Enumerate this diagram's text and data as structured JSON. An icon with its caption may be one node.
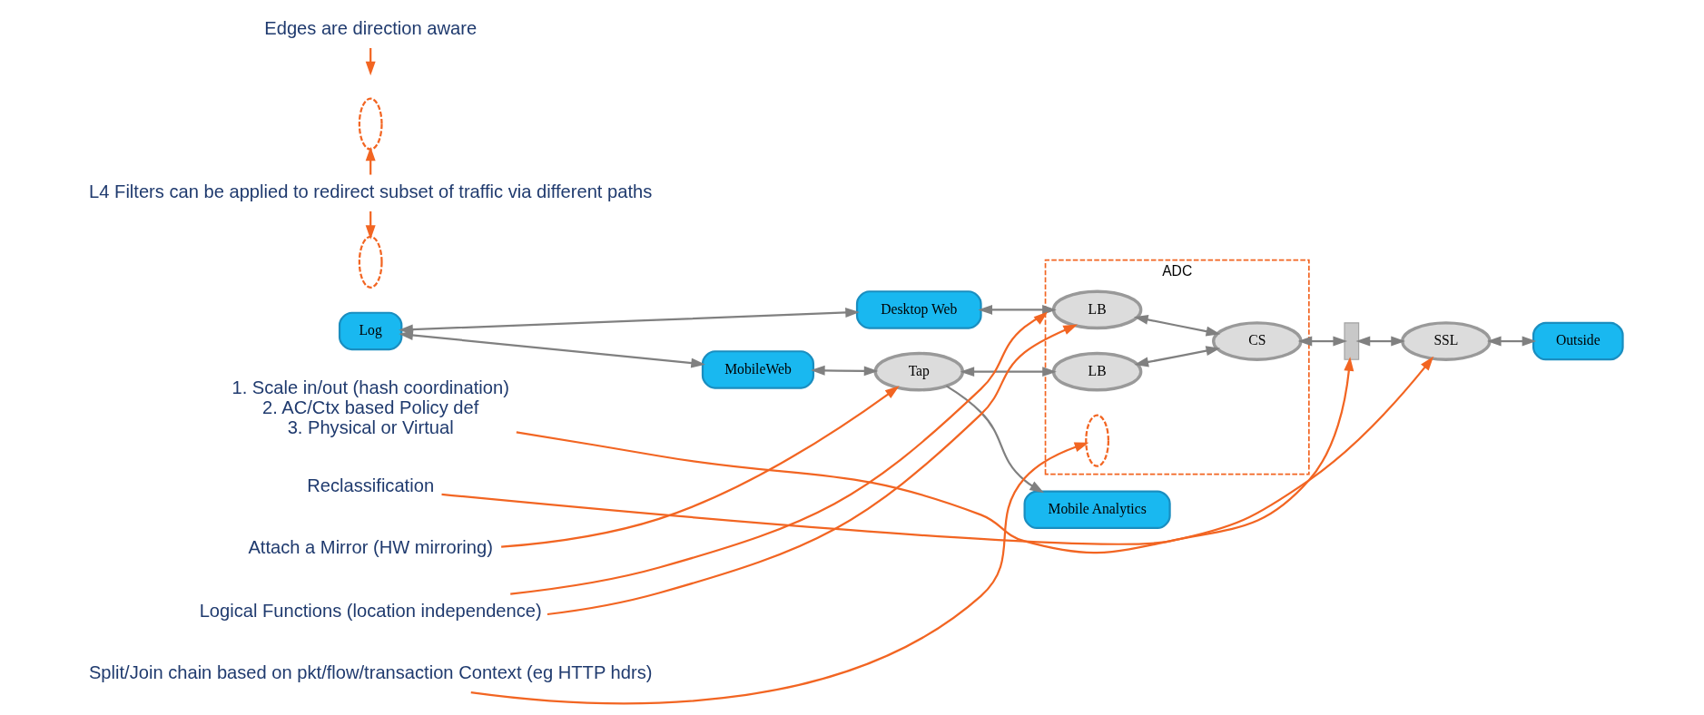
{
  "diagram": {
    "nodes": [
      {
        "text": [
          "Log"
        ]
      },
      {
        "text": [
          "Desktop Web"
        ]
      },
      {
        "text": [
          "MobileWeb"
        ]
      },
      {
        "text": [
          "Tap"
        ]
      },
      {
        "text": [
          "Mobile Analytics"
        ]
      },
      {
        "text": [
          "ADC"
        ]
      },
      {
        "text": [
          "LB"
        ],
        "in": 5
      },
      {
        "text": [
          "LB"
        ],
        "in": 5
      },
      {
        "text": [
          "CS"
        ],
        "in": 5
      },
      {
        "text": [],
        "shape": "bar"
      },
      {
        "text": [
          "SSL"
        ]
      },
      {
        "text": [
          "Outside"
        ]
      },
      {
        "text": [],
        "shape": "ellipse"
      },
      {
        "text": [],
        "shape": "ellipse"
      },
      {
        "text": [],
        "shape": "ellipse",
        "in": 5
      },
      {
        "text": [
          "L4 Filters can be applied to redirect subset of traffic via different paths"
        ]
      },
      {
        "text": [
          "Logical Functions (location independence)"
        ]
      },
      {
        "text": [
          "Split/Join chain based on pkt/flow/transaction Context (eg HTTP hdrs)"
        ]
      },
      {
        "text": [
          "1. Scale in/out (hash coordination)",
          "2. AC/Ctx based Policy def",
          "3. Physical or Virtual"
        ]
      },
      {
        "text": [
          "Reclassification"
        ]
      },
      {
        "text": [
          "Edges are direction aware"
        ]
      },
      {
        "text": [
          "Attach a Mirror (HW mirroring)"
        ]
      }
    ],
    "edges": [
      {
        "from": 0,
        "to": 1,
        "arrow": "both"
      },
      {
        "from": 0,
        "to": 2,
        "arrow": "both"
      },
      {
        "from": 1,
        "to": 6,
        "arrow": "both"
      },
      {
        "from": 2,
        "to": 3,
        "arrow": "both"
      },
      {
        "from": 3,
        "to": 7,
        "arrow": "both"
      },
      {
        "from": 3,
        "to": 4,
        "arrow": "to"
      },
      {
        "from": 6,
        "to": 8,
        "arrow": "both"
      },
      {
        "from": 7,
        "to": 8,
        "arrow": "both"
      },
      {
        "from": 8,
        "to": 9,
        "arrow": "both"
      },
      {
        "from": 9,
        "to": 10,
        "arrow": "both"
      },
      {
        "from": 10,
        "to": 11,
        "arrow": "both"
      },
      {
        "from": 15,
        "to": 12,
        "arrow": "to",
        "color": "#f26522"
      },
      {
        "from": 15,
        "to": 13,
        "arrow": "to",
        "color": "#f26522"
      },
      {
        "from": 16,
        "to": 6,
        "arrow": "to",
        "color": "#f26522"
      },
      {
        "from": 16,
        "to": 5,
        "arrow": "to",
        "color": "#f26522"
      },
      {
        "from": 17,
        "to": 14,
        "arrow": "to",
        "color": "#f26522"
      },
      {
        "from": 18,
        "to": 10,
        "arrow": "to",
        "color": "#f26522"
      },
      {
        "from": 19,
        "to": 9,
        "arrow": "to",
        "color": "#f26522"
      },
      {
        "from": 20,
        "to": null,
        "arrow": "to",
        "color": "#f26522"
      },
      {
        "from": 21,
        "to": 3,
        "arrow": "to",
        "color": "#f26522"
      }
    ]
  }
}
